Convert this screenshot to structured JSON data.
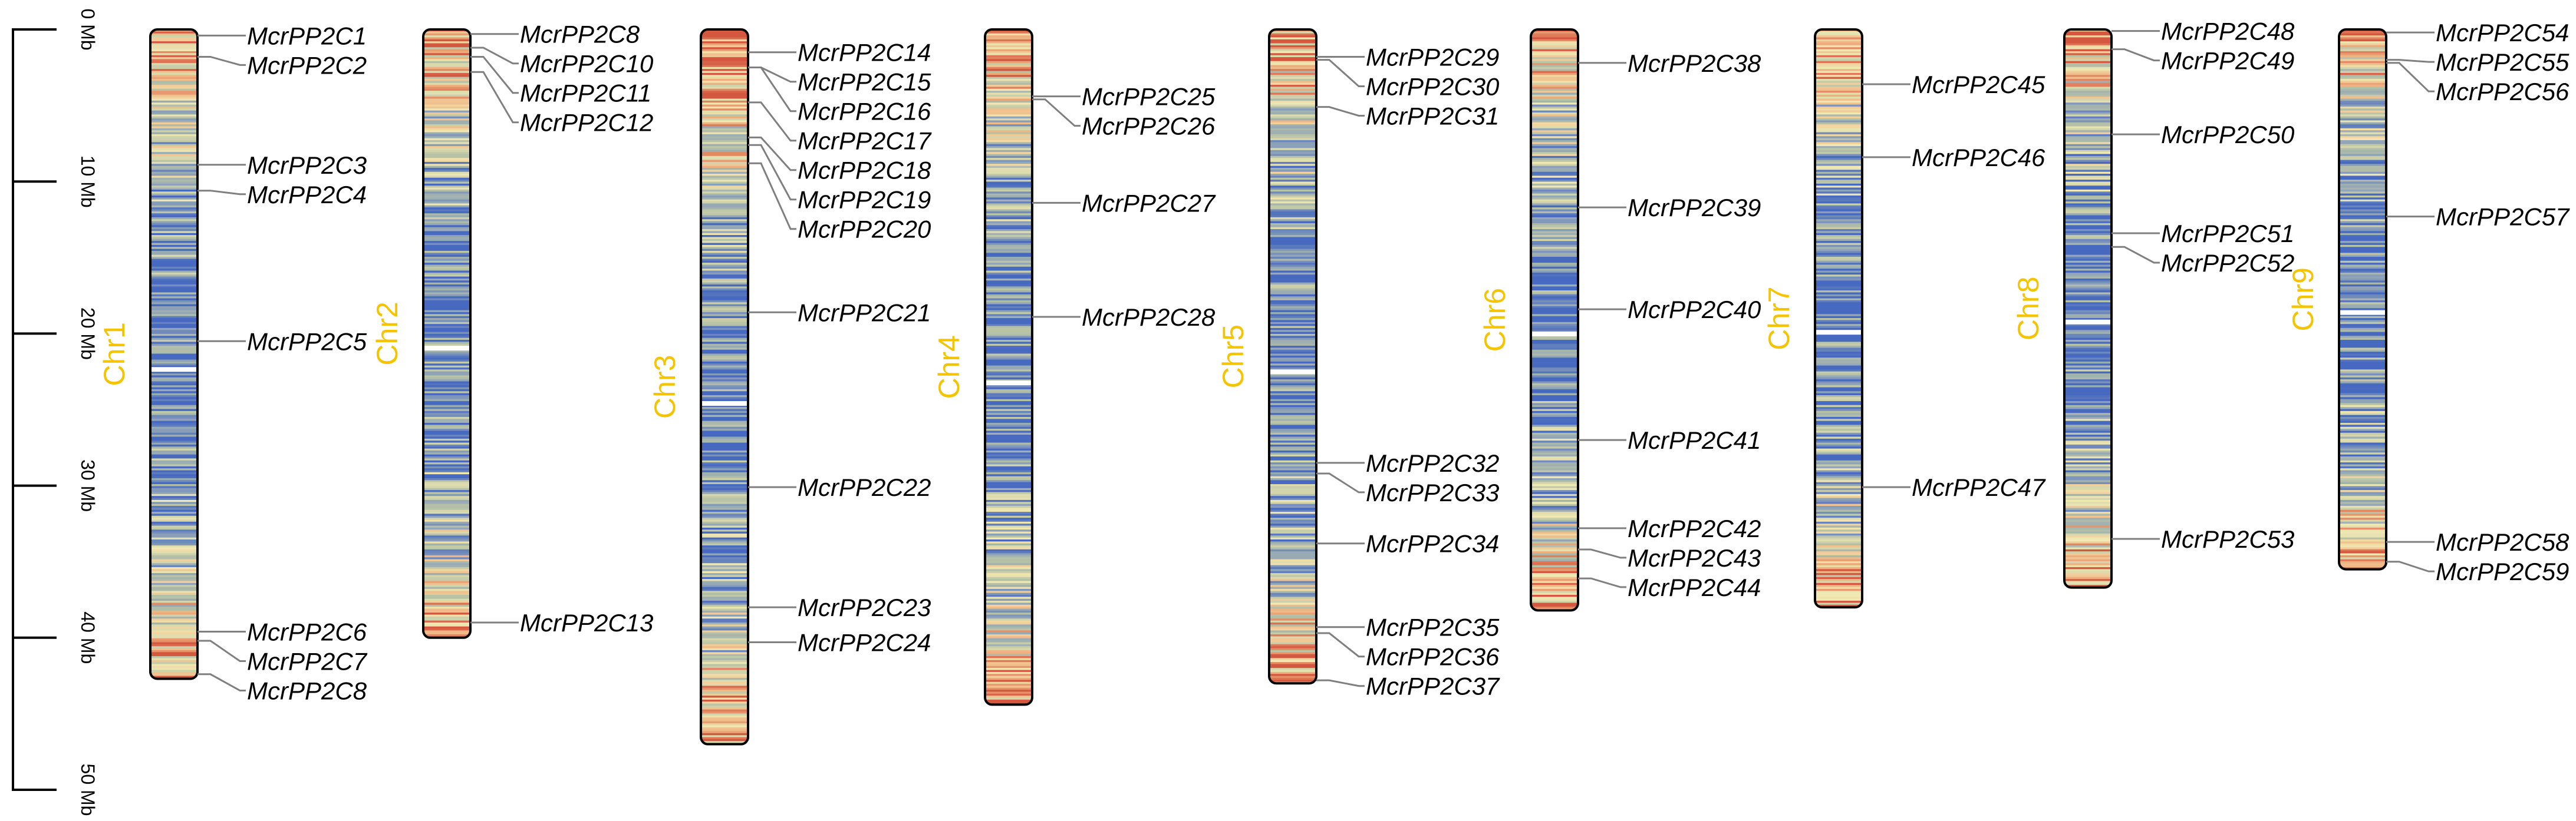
{
  "scale": {
    "unit_labels": [
      "0 Mb",
      "10 Mb",
      "20 Mb",
      "30 Mb",
      "40 Mb",
      "50 Mb"
    ],
    "ticks_mb": [
      0,
      10,
      20,
      30,
      40,
      50
    ]
  },
  "colors": {
    "chromosome_label": "#f5c400",
    "density_palette": [
      "#d4573f",
      "#eeac7c",
      "#f2e9b2",
      "#b7c2a6",
      "#8fa3b8",
      "#4769c0"
    ],
    "connector": "#7f7f7f"
  },
  "chromosomes": [
    {
      "name": "Chr1",
      "length_mb": 42.7,
      "genes": [
        {
          "label": "McrPP2C1",
          "pos_mb": 0.4
        },
        {
          "label": "McrPP2C2",
          "pos_mb": 1.8
        },
        {
          "label": "McrPP2C3",
          "pos_mb": 8.9
        },
        {
          "label": "McrPP2C4",
          "pos_mb": 10.6
        },
        {
          "label": "McrPP2C5",
          "pos_mb": 20.5
        },
        {
          "label": "McrPP2C6",
          "pos_mb": 39.6
        },
        {
          "label": "McrPP2C7",
          "pos_mb": 40.2
        },
        {
          "label": "McrPP2C8",
          "pos_mb": 42.4
        }
      ]
    },
    {
      "name": "Chr2",
      "length_mb": 40.0,
      "genes": [
        {
          "label": "McrPP2C8",
          "pos_mb": 0.3
        },
        {
          "label": "McrPP2C10",
          "pos_mb": 1.2
        },
        {
          "label": "McrPP2C11",
          "pos_mb": 1.8
        },
        {
          "label": "McrPP2C12",
          "pos_mb": 2.8
        },
        {
          "label": "McrPP2C13",
          "pos_mb": 39.0
        }
      ]
    },
    {
      "name": "Chr3",
      "length_mb": 47.0,
      "genes": [
        {
          "label": "McrPP2C14",
          "pos_mb": 1.5
        },
        {
          "label": "McrPP2C15",
          "pos_mb": 2.5
        },
        {
          "label": "McrPP2C16",
          "pos_mb": 2.5
        },
        {
          "label": "McrPP2C17",
          "pos_mb": 4.8
        },
        {
          "label": "McrPP2C18",
          "pos_mb": 7.1
        },
        {
          "label": "McrPP2C19",
          "pos_mb": 7.6
        },
        {
          "label": "McrPP2C20",
          "pos_mb": 8.8
        },
        {
          "label": "McrPP2C21",
          "pos_mb": 18.6
        },
        {
          "label": "McrPP2C22",
          "pos_mb": 30.1
        },
        {
          "label": "McrPP2C23",
          "pos_mb": 38.0
        },
        {
          "label": "McrPP2C24",
          "pos_mb": 40.3
        }
      ]
    },
    {
      "name": "Chr4",
      "length_mb": 44.4,
      "genes": [
        {
          "label": "McrPP2C25",
          "pos_mb": 4.4
        },
        {
          "label": "McrPP2C26",
          "pos_mb": 4.6
        },
        {
          "label": "McrPP2C27",
          "pos_mb": 11.4
        },
        {
          "label": "McrPP2C28",
          "pos_mb": 18.9
        }
      ]
    },
    {
      "name": "Chr5",
      "length_mb": 43.0,
      "genes": [
        {
          "label": "McrPP2C29",
          "pos_mb": 1.8
        },
        {
          "label": "McrPP2C30",
          "pos_mb": 2.0
        },
        {
          "label": "McrPP2C31",
          "pos_mb": 5.1
        },
        {
          "label": "McrPP2C32",
          "pos_mb": 28.5
        },
        {
          "label": "McrPP2C33",
          "pos_mb": 29.2
        },
        {
          "label": "McrPP2C34",
          "pos_mb": 33.8
        },
        {
          "label": "McrPP2C35",
          "pos_mb": 39.3
        },
        {
          "label": "McrPP2C36",
          "pos_mb": 39.7
        },
        {
          "label": "McrPP2C37",
          "pos_mb": 42.8
        }
      ]
    },
    {
      "name": "Chr6",
      "length_mb": 38.2,
      "genes": [
        {
          "label": "McrPP2C38",
          "pos_mb": 2.2
        },
        {
          "label": "McrPP2C39",
          "pos_mb": 11.7
        },
        {
          "label": "McrPP2C40",
          "pos_mb": 18.4
        },
        {
          "label": "McrPP2C41",
          "pos_mb": 27.0
        },
        {
          "label": "McrPP2C42",
          "pos_mb": 32.8
        },
        {
          "label": "McrPP2C43",
          "pos_mb": 34.2
        },
        {
          "label": "McrPP2C44",
          "pos_mb": 36.1
        }
      ]
    },
    {
      "name": "Chr7",
      "length_mb": 38.0,
      "genes": [
        {
          "label": "McrPP2C45",
          "pos_mb": 3.6
        },
        {
          "label": "McrPP2C46",
          "pos_mb": 8.4
        },
        {
          "label": "McrPP2C47",
          "pos_mb": 30.1
        }
      ]
    },
    {
      "name": "Chr8",
      "length_mb": 36.7,
      "genes": [
        {
          "label": "McrPP2C48",
          "pos_mb": 0.1
        },
        {
          "label": "McrPP2C49",
          "pos_mb": 1.3
        },
        {
          "label": "McrPP2C50",
          "pos_mb": 6.9
        },
        {
          "label": "McrPP2C51",
          "pos_mb": 13.4
        },
        {
          "label": "McrPP2C52",
          "pos_mb": 14.3
        },
        {
          "label": "McrPP2C53",
          "pos_mb": 33.5
        }
      ]
    },
    {
      "name": "Chr9",
      "length_mb": 35.5,
      "genes": [
        {
          "label": "McrPP2C54",
          "pos_mb": 0.2
        },
        {
          "label": "McrPP2C55",
          "pos_mb": 2.0
        },
        {
          "label": "McrPP2C56",
          "pos_mb": 2.2
        },
        {
          "label": "McrPP2C57",
          "pos_mb": 12.3
        },
        {
          "label": "McrPP2C58",
          "pos_mb": 33.7
        },
        {
          "label": "McrPP2C59",
          "pos_mb": 35.0
        }
      ]
    }
  ]
}
